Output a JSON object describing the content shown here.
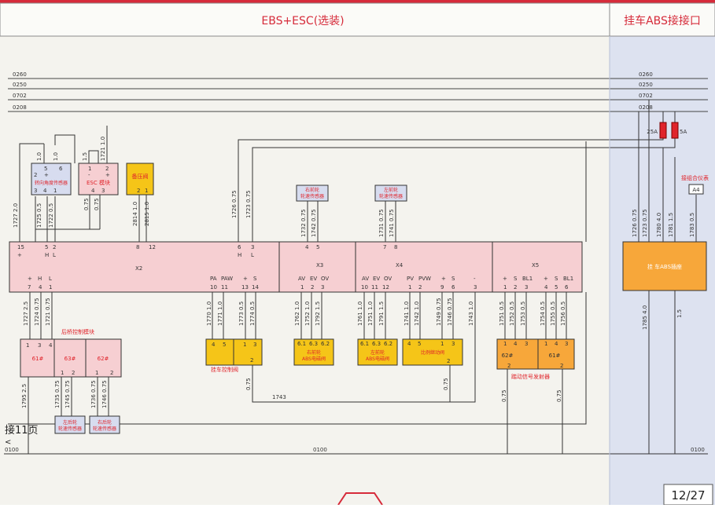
{
  "header": {
    "main_title": "EBS+ESC(选装)",
    "side_title": "挂车ABS接接口"
  },
  "page_number": "12/27",
  "bus_lines": [
    "0260",
    "0250",
    "0702",
    "0208"
  ],
  "ground_label": "0100",
  "connect_label": "接11页",
  "fuses": [
    "25A",
    "5A"
  ],
  "gauge": {
    "label": "接组合仪表",
    "pin": "A4"
  },
  "trailer_abs": {
    "label": "挂 车ABS插座",
    "wires": [
      "1726 0.75",
      "1723 0.75",
      "1780 4.0",
      "1781 1.5",
      "1783 0.5"
    ],
    "bottom_wires": [
      "1785 4.0",
      "1.5"
    ]
  },
  "top_components": {
    "yaw_sensor": {
      "label": "转向角度传感器",
      "pins": [
        "5",
        "6",
        "2",
        "+",
        "3",
        "4",
        "1"
      ],
      "wires": [
        "1.0",
        "1.0",
        "1727 2.0",
        "1725 0.5",
        "1722 0.5"
      ]
    },
    "esc_module": {
      "label": "ESC 模块",
      "pins": [
        "1",
        "2",
        "-",
        "+",
        "4",
        "3"
      ],
      "wires": [
        "1.5",
        "1721 1.0",
        "0.75",
        "0.75"
      ]
    },
    "backup_valve": {
      "label": "备压阀",
      "pins": [
        "2",
        "1"
      ],
      "wires": [
        "2814 1.0",
        "2815 1.0"
      ]
    },
    "front_right_sensor": {
      "label": "右前轮\n轮速传感器",
      "wires": [
        "1732 0.75",
        "1742 0.75"
      ]
    },
    "front_left_sensor": {
      "label": "左前轮\n轮速传感器",
      "wires": [
        "1731 0.75",
        "1741 0.75"
      ]
    }
  },
  "ecu": {
    "connectors": [
      "X2",
      "X3",
      "X4",
      "X5"
    ],
    "x2_top_pins": [
      "15",
      "5",
      "2",
      "8",
      "12",
      "6",
      "3"
    ],
    "x2_top_sub": [
      "+",
      "H",
      "L",
      "H",
      "L"
    ],
    "x2_bottom_sub": [
      "+",
      "H",
      "L",
      "PA",
      "PAW",
      "+",
      "S"
    ],
    "x2_bottom_pins": [
      "7",
      "4",
      "1",
      "10",
      "11",
      "13",
      "14"
    ],
    "x3_top_pins": [
      "4",
      "5"
    ],
    "x3_bottom_sub": [
      "AV",
      "EV",
      "OV"
    ],
    "x3_bottom_pins": [
      "1",
      "2",
      "3"
    ],
    "x4_top_pins": [
      "7",
      "8"
    ],
    "x4_bottom_sub": [
      "AV",
      "EV",
      "OV",
      "PV",
      "PVW",
      "+",
      "S",
      "-"
    ],
    "x4_bottom_pins": [
      "10",
      "11",
      "12",
      "1",
      "2",
      "9",
      "6",
      "3"
    ],
    "x5_bottom_sub": [
      "+",
      "S",
      "BL1",
      "+",
      "S",
      "BL1"
    ],
    "x5_bottom_pins": [
      "1",
      "2",
      "3",
      "4",
      "5",
      "6"
    ]
  },
  "bottom_components": {
    "rear_axle": {
      "label": "后桥控制模块",
      "mods": [
        "61#",
        "63#",
        "62#"
      ],
      "pins": [
        "1",
        "3",
        "4",
        "1",
        "2",
        "1",
        "2"
      ]
    },
    "rear_wires": [
      "1727 2.5",
      "1724 0.75",
      "1721 0.75",
      "1795 2.5",
      "1735 0.75",
      "1745 0.75",
      "1736 0.75",
      "1746 0.75"
    ],
    "rear_left_sensor": "左后轮\n轮速传感器",
    "rear_right_sensor": "右后轮\n轮速传感器",
    "trailer_valve": {
      "label": "挂车控制阀",
      "pins": [
        "4",
        "5",
        "1",
        "3",
        "2"
      ],
      "wires": [
        "1770 1.0",
        "1771 1.0",
        "1773 0.5",
        "1774 0.5",
        "0.75"
      ]
    },
    "front_right_abs": {
      "label": "右前轮\nABS电磁阀",
      "pins": [
        "6.1",
        "6.3",
        "6.2"
      ],
      "wires": [
        "1762 1.0",
        "1752 1.0",
        "1792 1.5"
      ]
    },
    "front_left_abs": {
      "label": "左前轮\nABS电磁阀",
      "pins": [
        "6.1",
        "6.3",
        "6.2"
      ],
      "wires": [
        "1761 1.0",
        "1751 1.0",
        "1791 1.5"
      ]
    },
    "relay_valve": {
      "label": "比例继动阀",
      "pins": [
        "4",
        "5",
        "1",
        "3",
        "2"
      ],
      "wires": [
        "1741 1.0",
        "1742 1.0",
        "1749 0.75",
        "1746 0.75",
        "1743 1.0",
        "0.75"
      ]
    },
    "brake_sensor": {
      "label": "踏动信号发射器",
      "mods": [
        "62#",
        "61#"
      ],
      "pins": [
        "1",
        "4",
        "3",
        "1",
        "4",
        "3",
        "2",
        "2"
      ],
      "wires": [
        "1751 0.5",
        "1752 0.5",
        "1753 0.5",
        "1754 0.5",
        "1755 0.5",
        "1756 0.5",
        "0.75",
        "0.75"
      ]
    },
    "link_wire": "1743"
  },
  "colors": {
    "header_rule": "#d62b3a",
    "pink": "#f6cfd2",
    "yellow": "#f5c518",
    "orange": "#f7a73a",
    "blue": "#d7dcef",
    "label_red": "#e0242b"
  }
}
